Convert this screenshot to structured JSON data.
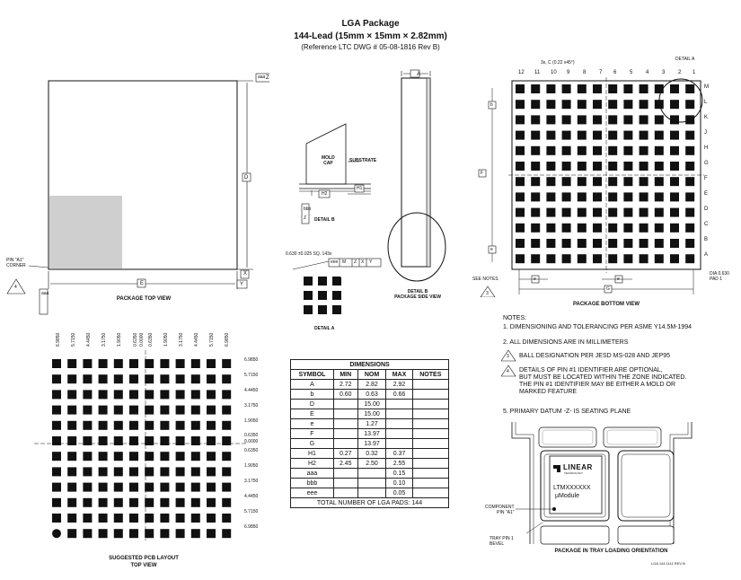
{
  "header": {
    "title": "LGA Package",
    "subtitle": "144-Lead (15mm × 15mm × 2.82mm)",
    "reference": "(Reference LTC DWG # 05-08-1816 Rev B)"
  },
  "top_view": {
    "label": "PACKAGE TOP VIEW",
    "pin_corner": "PIN \"A1\"\nCORNER",
    "pin_flag": "4",
    "dim_d": "D",
    "dim_e": "E",
    "datum_x": "X",
    "datum_y": "Y",
    "tol_aaa": "aaa",
    "tol_z": "Z"
  },
  "detail_b": {
    "mold_cap": "MOLD\nCAP",
    "substrate": "SUBSTRATE",
    "h2": "H2",
    "h1": "H1",
    "label": "DETAIL B",
    "bbb": "bbb",
    "z": "Z"
  },
  "side_view": {
    "dim_a": "A",
    "label": "DETAIL B\nPACKAGE SIDE VIEW"
  },
  "detail_a": {
    "pad_spec": "0.630 ±0.025 SQ. 143x",
    "eee": "eee",
    "m": "M",
    "z": "Z",
    "x": "X",
    "y": "Y",
    "label": "DETAIL A"
  },
  "bottom_view": {
    "chamfer": "3x, C (0.22 x45°)",
    "detail_a": "DETAIL A",
    "columns": [
      "12",
      "11",
      "10",
      "9",
      "8",
      "7",
      "6",
      "5",
      "4",
      "3",
      "2",
      "1"
    ],
    "rows": [
      "M",
      "L",
      "K",
      "J",
      "H",
      "G",
      "F",
      "E",
      "D",
      "C",
      "B",
      "A"
    ],
    "dim_b": "b",
    "dim_e": "e",
    "dim_f": "F",
    "dim_g": "G",
    "dim_e2": "e",
    "see_notes": "SEE NOTES",
    "flag3": "3",
    "dia": "DIA 0.630\nPAD 1",
    "label": "PACKAGE BOTTOM VIEW"
  },
  "pcb": {
    "top_labels": [
      "6.9850",
      "5.7150",
      "4.4450",
      "3.1750",
      "1.9050",
      "0.6350",
      "0.0000",
      "0.6350",
      "1.9050",
      "3.1750",
      "4.4450",
      "5.7150",
      "6.9850"
    ],
    "right_labels": [
      "6.9850",
      "5.7150",
      "4.4450",
      "3.1750",
      "1.9050",
      "0.6350",
      "0.0000",
      "0.6350",
      "1.9050",
      "3.1750",
      "4.4450",
      "5.7150",
      "6.9850"
    ],
    "label": "SUGGESTED PCB LAYOUT\nTOP VIEW"
  },
  "dimensions": {
    "caption": "DIMENSIONS",
    "headers": [
      "SYMBOL",
      "MIN",
      "NOM",
      "MAX",
      "NOTES"
    ],
    "rows": [
      [
        "A",
        "2.72",
        "2.82",
        "2.92",
        ""
      ],
      [
        "b",
        "0.60",
        "0.63",
        "0.66",
        ""
      ],
      [
        "D",
        "",
        "15.00",
        "",
        ""
      ],
      [
        "E",
        "",
        "15.00",
        "",
        ""
      ],
      [
        "e",
        "",
        "1.27",
        "",
        ""
      ],
      [
        "F",
        "",
        "13.97",
        "",
        ""
      ],
      [
        "G",
        "",
        "13.97",
        "",
        ""
      ],
      [
        "H1",
        "0.27",
        "0.32",
        "0.37",
        ""
      ],
      [
        "H2",
        "2.45",
        "2.50",
        "2.55",
        ""
      ],
      [
        "aaa",
        "",
        "",
        "0.15",
        ""
      ],
      [
        "bbb",
        "",
        "",
        "0.10",
        ""
      ],
      [
        "eee",
        "",
        "",
        "0.05",
        ""
      ]
    ],
    "footer": "TOTAL NUMBER OF LGA PADS: 144"
  },
  "notes": {
    "heading": "NOTES:",
    "n1": "1. DIMENSIONING AND TOLERANCING PER ASME Y14.5M-1994",
    "n2": "2. ALL DIMENSIONS ARE IN MILLIMETERS",
    "n3_num": "3",
    "n3": "BALL DESIGNATION PER JESD MS-028 AND JEP95",
    "n4_num": "4",
    "n4": "DETAILS OF PIN #1 IDENTIFIER ARE OPTIONAL,\nBUT MUST BE LOCATED WITHIN THE ZONE INDICATED.\nTHE PIN #1 IDENTIFIER MAY BE EITHER A MOLD OR\nMARKED FEATURE",
    "n5": "5. PRIMARY DATUM -Z- IS SEATING PLANE"
  },
  "tray": {
    "logo": "LINEAR",
    "logo_sub": "TECHNOLOGY",
    "part": "LTMXXXXXX",
    "module": "µModule",
    "component_pin": "COMPONENT\nPIN \"A1\"",
    "tray_pin": "TRAY PIN 1\nBEVEL",
    "label": "PACKAGE IN TRAY LOADING ORIENTATION",
    "drawing_no": "LGA 144 1111 REV B"
  }
}
